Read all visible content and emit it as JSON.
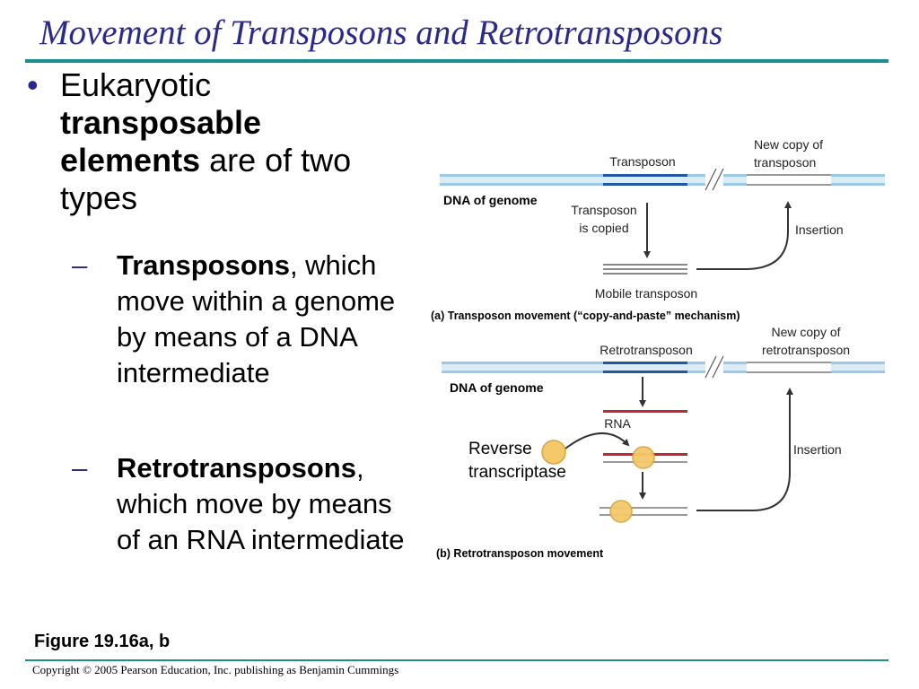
{
  "slide": {
    "title": "Movement of Transposons and Retrotransposons",
    "bullet_main_prefix": "Eukaryotic ",
    "bullet_main_bold": "transposable elements",
    "bullet_main_suffix": " are of two types",
    "sub1_bold": "Transposons",
    "sub1_rest": ", which move within a genome by means of a DNA intermediate",
    "sub2_bold": "Retrotransposons",
    "sub2_rest": ", which move by means of an RNA intermediate",
    "figure_label": "Figure 19.16a, b",
    "copyright": "Copyright © 2005 Pearson Education, Inc. publishing as Benjamin Cummings"
  },
  "diagram_a": {
    "transposon": "Transposon",
    "new_copy_line1": "New copy of",
    "new_copy_line2": "transposon",
    "dna_of_genome": "DNA of genome",
    "copied_line1": "Transposon",
    "copied_line2": "is copied",
    "insertion": "Insertion",
    "mobile": "Mobile transposon",
    "caption": "(a) Transposon movement (“copy-and-paste” mechanism)"
  },
  "diagram_b": {
    "retrotransposon": "Retrotransposon",
    "new_copy_line1": "New copy of",
    "new_copy_line2": "retrotransposon",
    "dna_of_genome": "DNA of genome",
    "rna": "RNA",
    "rt_line1": "Reverse",
    "rt_line2": "transcriptase",
    "insertion": "Insertion",
    "caption": "(b) Retrotransposon movement"
  },
  "colors": {
    "title": "#2a2a8c",
    "rule": "#1a8f8f",
    "dna_light": "#9cc9e6",
    "dna_dark": "#1f5aa0",
    "rna_red": "#c0282b",
    "enzyme": "#f5c96a"
  }
}
